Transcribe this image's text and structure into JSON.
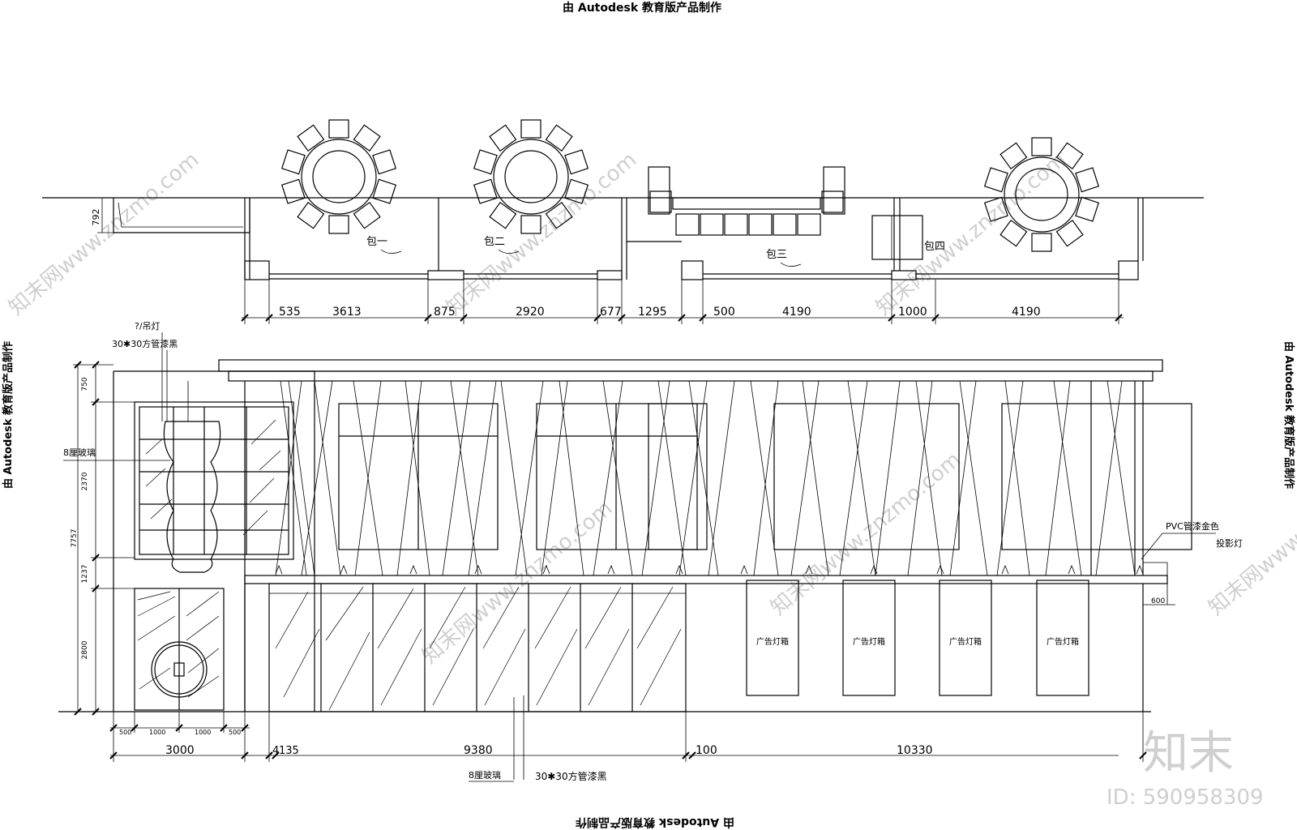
{
  "stamp": {
    "top": "由 Autodesk 教育版产品制作",
    "bottom": "由 Autodesk 教育版产品制作",
    "left": "由 Autodesk 教育版产品制作",
    "right": "由 Autodesk 教育版产品制作"
  },
  "plan": {
    "depth_dim": "792",
    "room_labels": [
      "包一",
      "包二",
      "包三",
      "包四"
    ],
    "dims": [
      "535",
      "3613",
      "875",
      "2920",
      "677",
      "1295",
      "500",
      "4190",
      "1000",
      "4190"
    ]
  },
  "elevation": {
    "labels": {
      "lamp": "?/吊灯",
      "tube_top": "30✱30方管漆黑",
      "glass_left": "8厘玻璃",
      "pvc": "PVC管漆金色",
      "spot": "投影灯",
      "glass_bottom": "8厘玻璃",
      "tube_bottom": "30✱30方管漆黑"
    },
    "lightbox_label": "广告灯箱",
    "left_dims": [
      "750",
      "2370",
      "7757",
      "1237",
      "2800"
    ],
    "right_dim": "600",
    "bottom_small_dims": [
      "500",
      "1000",
      "1000",
      "500"
    ],
    "bottom_dims": [
      "3000",
      "135",
      "9380",
      "100",
      "10330"
    ],
    "bottom_dim_overlap": "4"
  },
  "watermark": {
    "brand": "知末",
    "site": "知末网www.znzmo.com",
    "id": "ID: 590958309"
  }
}
